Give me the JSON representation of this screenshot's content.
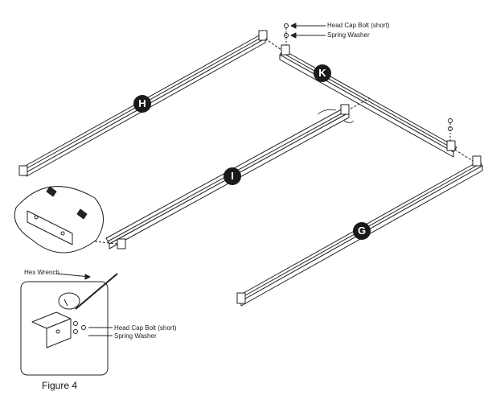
{
  "parts": {
    "h": "H",
    "k": "K",
    "i": "I",
    "g": "G"
  },
  "callouts": {
    "top_bolt": "Head Cap Bolt (short)",
    "top_washer": "Spring Washer",
    "hex_wrench": "Hex Wrench",
    "inset_bolt": "Head Cap Bolt (short)",
    "inset_washer": "Spring Washer"
  },
  "figure_caption": "Figure 4",
  "colors": {
    "line": "#222222",
    "badge": "#1a1a1a",
    "badge_text": "#ffffff"
  }
}
